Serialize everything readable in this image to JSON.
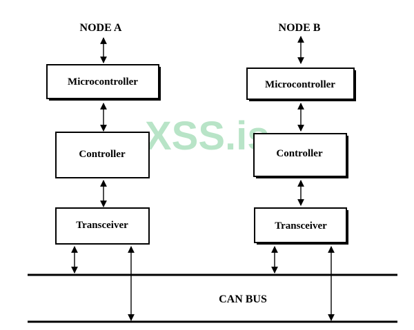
{
  "colors": {
    "watermark": "#7fcf9a",
    "stroke": "#000000",
    "background": "#ffffff"
  },
  "watermark": "XSS.is",
  "node_a": {
    "title": "NODE A",
    "microcontroller": "Microcontroller",
    "controller": "Controller",
    "transceiver": "Transceiver"
  },
  "node_b": {
    "title": "NODE B",
    "microcontroller": "Microcontroller",
    "controller": "Controller",
    "transceiver": "Transceiver"
  },
  "bus": {
    "label": "CAN BUS"
  }
}
